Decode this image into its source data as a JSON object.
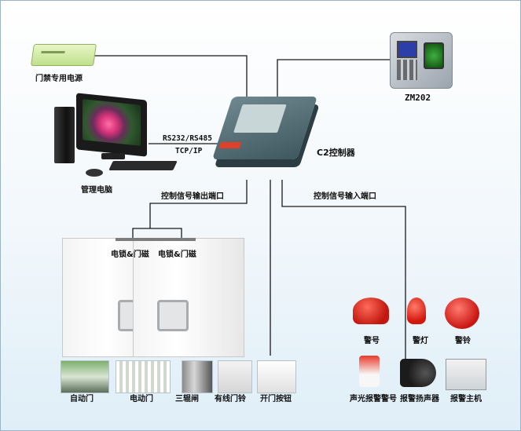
{
  "diagram": {
    "power_supply": "门禁专用电源",
    "computer": "管理电脑",
    "fingerprint_device": "ZM202",
    "controller": "C2控制器",
    "link_protocols": [
      "RS232/RS485",
      "TCP/IP"
    ],
    "output_port": "控制信号输出端口",
    "input_port": "控制信号输入端口",
    "door_locks": [
      "电锁&门磁",
      "电锁&门磁"
    ],
    "output_devices": [
      "自动门",
      "电动门",
      "三辊闸",
      "有线门铃",
      "开门按钮"
    ],
    "alarm_top": [
      "警号",
      "警灯",
      "警铃"
    ],
    "alarm_bottom": [
      "声光报警警号",
      "报警扬声器",
      "报警主机"
    ]
  },
  "colors": {
    "line": "#1a1a1a",
    "controller": "#56707a",
    "alarm_red": "#d9241b"
  }
}
